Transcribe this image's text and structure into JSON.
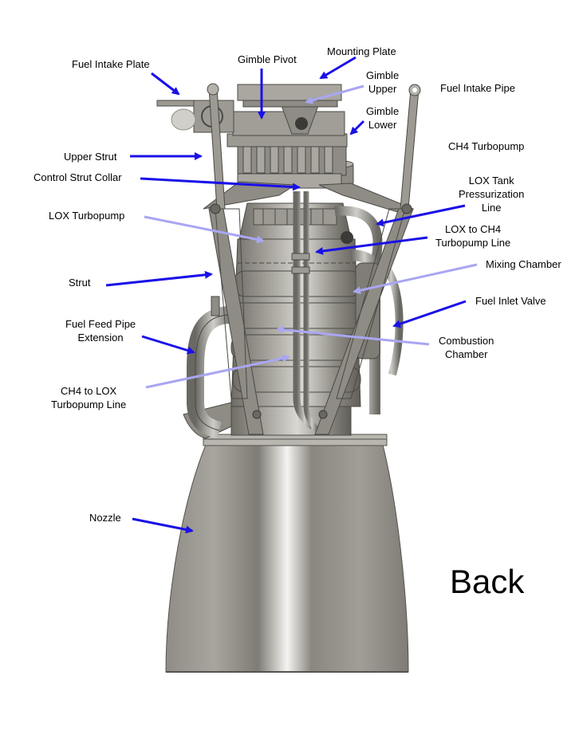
{
  "title": "Back",
  "colors": {
    "arrow_dark": "#1a10e6",
    "arrow_light": "#a9a6f2",
    "metal": "#8c8a82",
    "metal_dark": "#4a4944",
    "metal_light": "#d8d7d2"
  },
  "labels": [
    {
      "id": "fuel-intake-plate",
      "text": "Fuel Intake Plate",
      "arrow": "dark"
    },
    {
      "id": "gimble-pivot",
      "text": "Gimble Pivot",
      "arrow": "dark"
    },
    {
      "id": "mounting-plate",
      "text": "Mounting Plate",
      "arrow": "dark"
    },
    {
      "id": "gimble-upper",
      "text": "Gimble Upper",
      "arrow": "light"
    },
    {
      "id": "fuel-intake-pipe",
      "text": "Fuel Intake Pipe",
      "arrow": "none"
    },
    {
      "id": "gimble-lower",
      "text": "Gimble Lower",
      "arrow": "dark"
    },
    {
      "id": "ch4-turbopump",
      "text": "CH4 Turbopump",
      "arrow": "none"
    },
    {
      "id": "upper-strut",
      "text": "Upper Strut",
      "arrow": "dark"
    },
    {
      "id": "control-strut-collar",
      "text": "Control Strut Collar",
      "arrow": "dark"
    },
    {
      "id": "lox-tank-pressurization-line",
      "text": "LOX Tank Pressurization Line",
      "arrow": "dark"
    },
    {
      "id": "lox-turbopump",
      "text": "LOX Turbopump",
      "arrow": "light"
    },
    {
      "id": "lox-to-ch4-turbopump-line",
      "text": "LOX to CH4 Turbopump Line",
      "arrow": "dark"
    },
    {
      "id": "mixing-chamber",
      "text": "Mixing Chamber",
      "arrow": "light"
    },
    {
      "id": "strut",
      "text": "Strut",
      "arrow": "dark"
    },
    {
      "id": "fuel-inlet-valve",
      "text": "Fuel Inlet Valve",
      "arrow": "dark"
    },
    {
      "id": "fuel-feed-pipe-extension",
      "text": "Fuel Feed Pipe Extension",
      "arrow": "dark"
    },
    {
      "id": "combustion-chamber",
      "text": "Combustion Chamber",
      "arrow": "light"
    },
    {
      "id": "ch4-to-lox-turbopump-line",
      "text": "CH4 to LOX Turbopump Line",
      "arrow": "light"
    },
    {
      "id": "nozzle",
      "text": "Nozzle",
      "arrow": "dark"
    }
  ],
  "text": {
    "fuel_intake_plate": "Fuel Intake Plate",
    "gimble_pivot": "Gimble Pivot",
    "mounting_plate": "Mounting Plate",
    "gimble_upper_1": "Gimble",
    "gimble_upper_2": "Upper",
    "fuel_intake_pipe": "Fuel Intake Pipe",
    "gimble_lower_1": "Gimble",
    "gimble_lower_2": "Lower",
    "ch4_turbopump": "CH4 Turbopump",
    "upper_strut": "Upper Strut",
    "control_strut_collar": "Control Strut Collar",
    "lox_tank_1": "LOX Tank",
    "lox_tank_2": "Pressurization",
    "lox_tank_3": "Line",
    "lox_turbopump": "LOX Turbopump",
    "lox_to_ch4_1": "LOX to CH4",
    "lox_to_ch4_2": "Turbopump Line",
    "mixing_chamber": "Mixing Chamber",
    "strut": "Strut",
    "fuel_inlet_valve": "Fuel Inlet Valve",
    "fuel_feed_1": "Fuel Feed Pipe",
    "fuel_feed_2": "Extension",
    "combustion_1": "Combustion",
    "combustion_2": "Chamber",
    "ch4_to_lox_1": "CH4 to LOX",
    "ch4_to_lox_2": "Turbopump Line",
    "nozzle": "Nozzle",
    "view": "Back"
  }
}
